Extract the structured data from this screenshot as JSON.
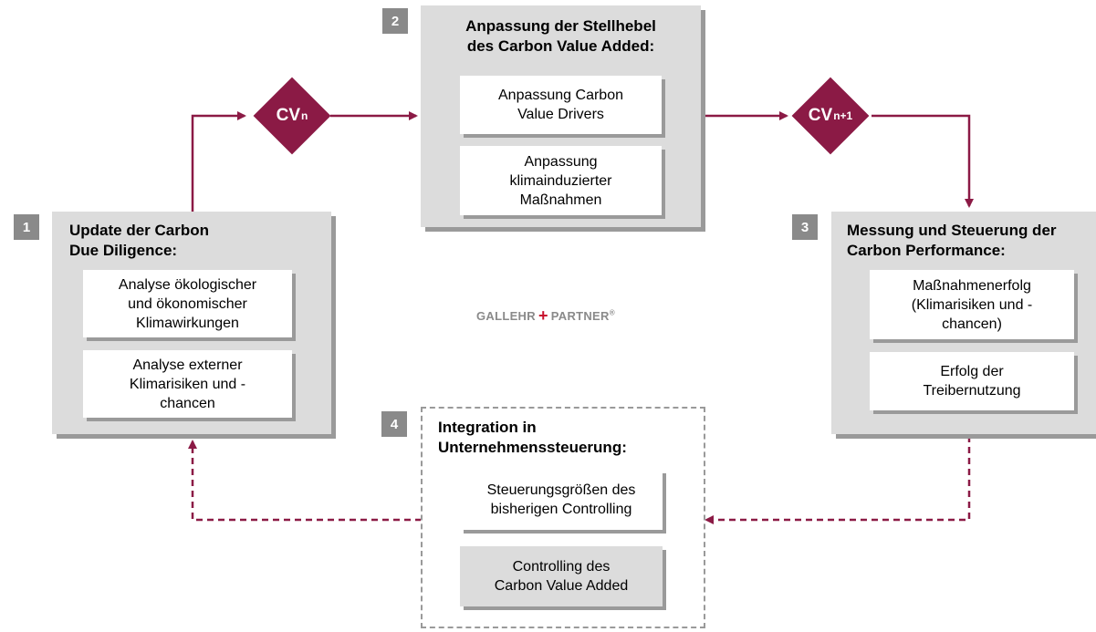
{
  "colors": {
    "accent": "#8b1a45",
    "panel": "#dcdcdc",
    "badge": "#8a8a8a",
    "logo_plus": "#c8102e"
  },
  "step1": {
    "number": "1",
    "title": "Update der Carbon\nDue Diligence:",
    "boxes": [
      "Analyse ökologischer\nund ökonomischer\nKlimawirkungen",
      "Analyse externer\nKlimarisiken und -\nchancen"
    ]
  },
  "step2": {
    "number": "2",
    "title": "Anpassung der Stellhebel\ndes Carbon Value Added:",
    "boxes": [
      "Anpassung Carbon\nValue Drivers",
      "Anpassung\nklimainduzierter\nMaßnahmen"
    ]
  },
  "step3": {
    "number": "3",
    "title": "Messung und Steuerung der\nCarbon Performance:",
    "boxes": [
      "Maßnahmenerfolg\n(Klimarisiken und -\nchancen)",
      "Erfolg der\nTreibernutzung"
    ]
  },
  "step4": {
    "number": "4",
    "title": "Integration in\nUnternehmenssteuerung:",
    "boxes": [
      "Steuerungsgrößen des\nbisherigen Controlling",
      "Controlling des\nCarbon Value Added"
    ]
  },
  "diamonds": {
    "cv_n": {
      "main": "CV",
      "sub": "n"
    },
    "cv_n1": {
      "main": "CV",
      "sub": "n+1"
    }
  },
  "logo": {
    "left": "GALLEHR",
    "plus": "+",
    "right": "PARTNER",
    "reg": "®"
  }
}
